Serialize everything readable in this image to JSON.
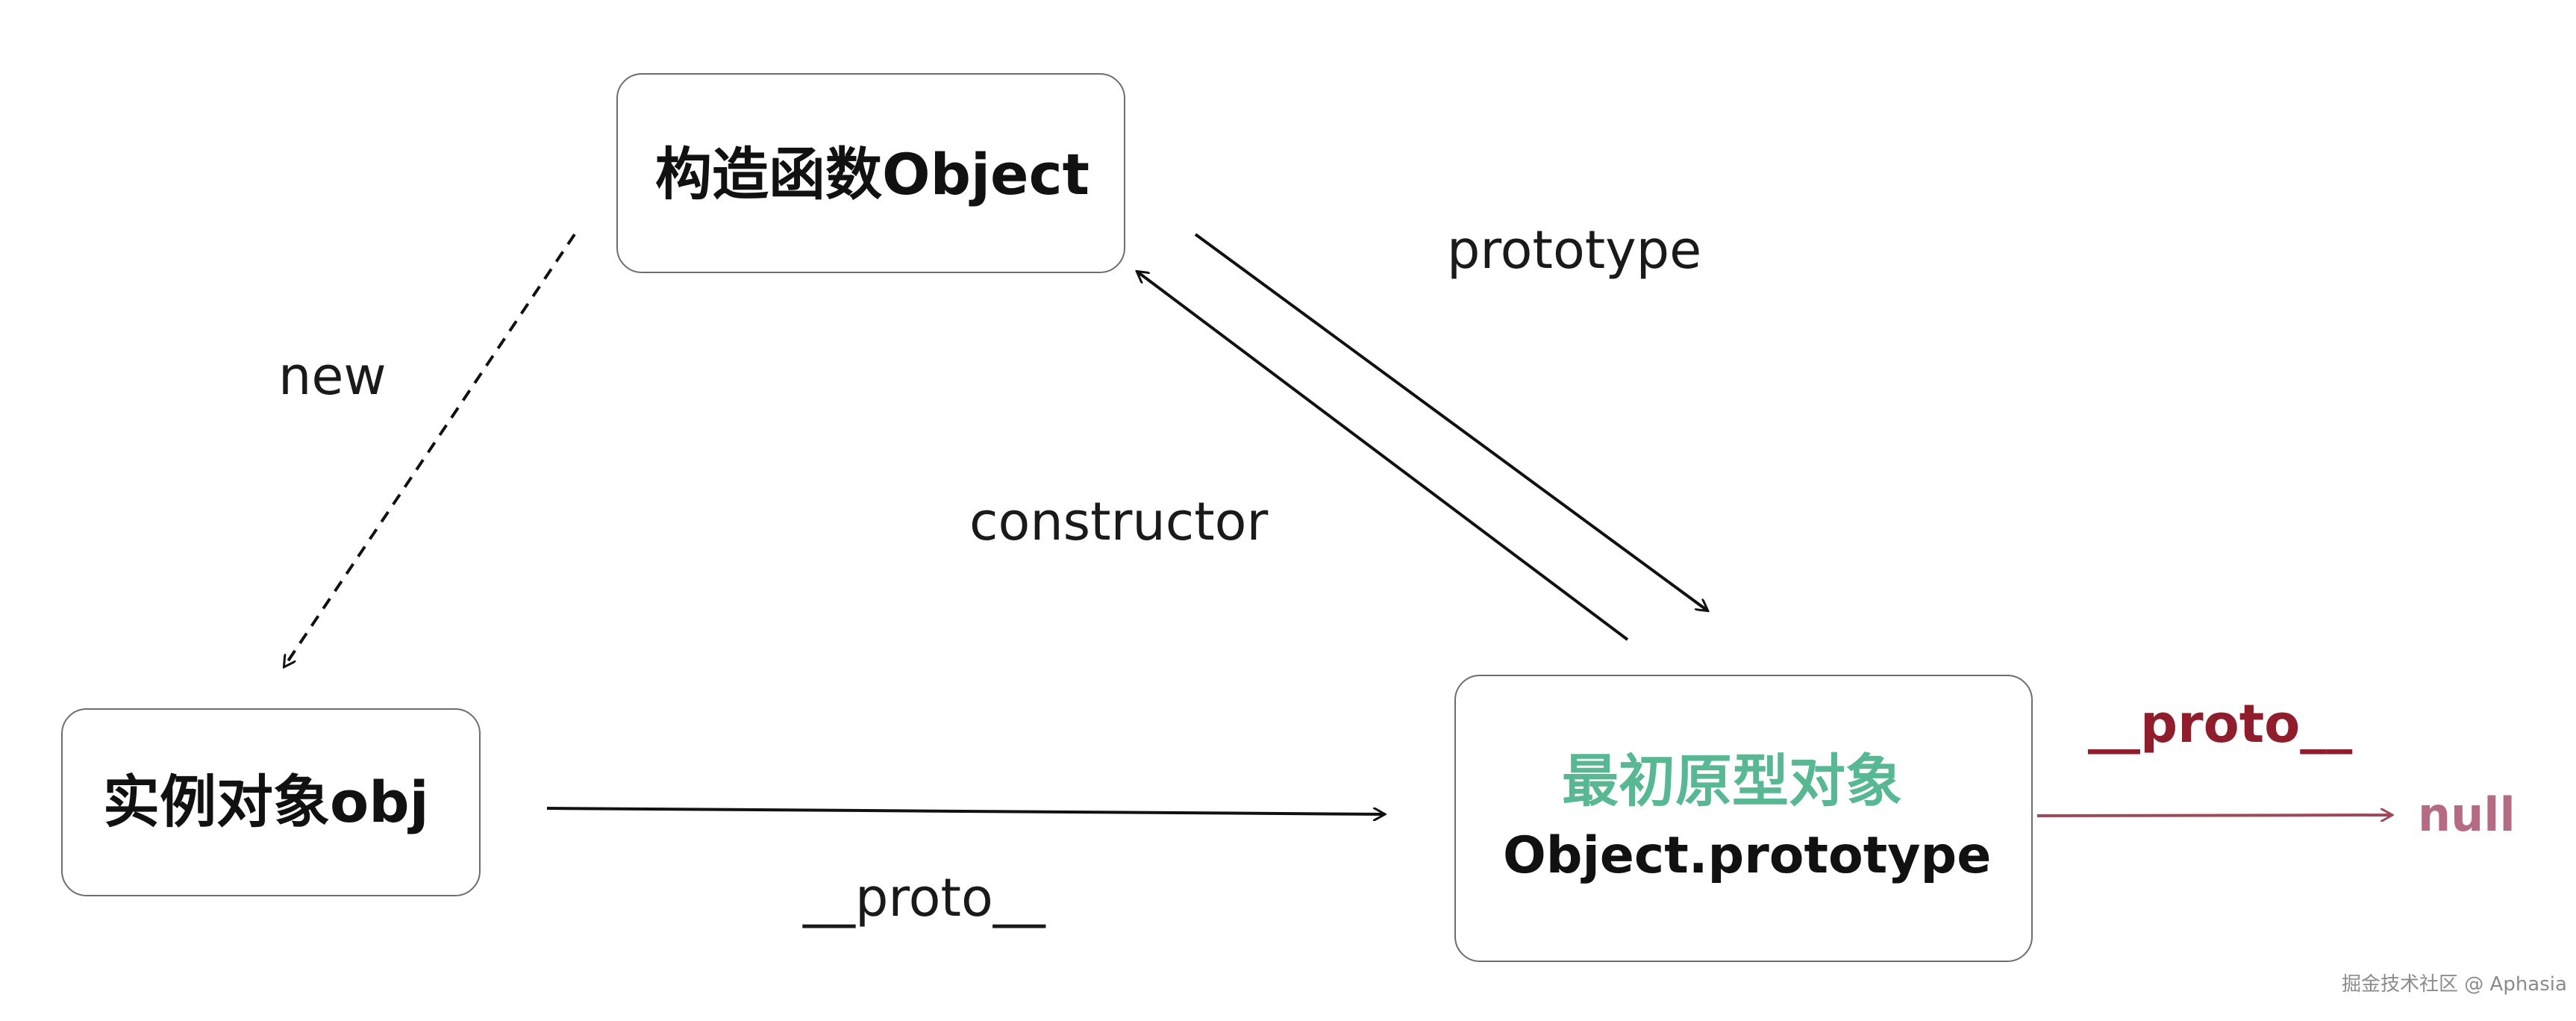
{
  "nodes": {
    "constructor_object": "构造函数Object",
    "instance_obj": "实例对象obj",
    "original_prototype_title": "最初原型对象",
    "original_prototype_name": "Object.prototype",
    "null_value": "null"
  },
  "edges": {
    "new": "new",
    "prototype": "prototype",
    "constructor": "constructor",
    "obj_proto": "__proto__",
    "prototype_proto": "__proto__"
  },
  "watermark": "掘金技术社区 @ Aphasia",
  "colors": {
    "box_border": "#6e6e6e",
    "main_text": "#111111",
    "green_title": "#57b893",
    "proto_red": "#8f1d2b",
    "null_pink": "#b56b84",
    "watermark": "#8b8b8b"
  }
}
